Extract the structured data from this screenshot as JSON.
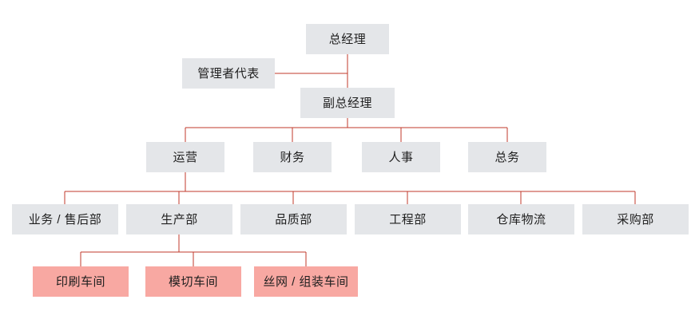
{
  "chart": {
    "title": "",
    "type": "org-chart",
    "palette": {
      "box_gray": "#e4e6e9",
      "box_pink": "#f8a8a2",
      "connector_red": "#c0392b",
      "text": "#1f1f1f",
      "background": "#ffffff"
    },
    "levels": [
      {
        "level": 1,
        "nodes": [
          {
            "id": "gm",
            "label": "总经理"
          }
        ]
      },
      {
        "level": 2,
        "nodes": [
          {
            "id": "mgmt_rep",
            "label": "管理者代表"
          },
          {
            "id": "deputy_gm",
            "label": "副总经理"
          }
        ]
      },
      {
        "level": 3,
        "nodes": [
          {
            "id": "ops",
            "label": "运营"
          },
          {
            "id": "finance",
            "label": "财务"
          },
          {
            "id": "hr",
            "label": "人事"
          },
          {
            "id": "ga",
            "label": "总务"
          }
        ]
      },
      {
        "level": 4,
        "nodes": [
          {
            "id": "sales",
            "label": "业务 / 售后部"
          },
          {
            "id": "production",
            "label": "生产部"
          },
          {
            "id": "quality",
            "label": "品质部"
          },
          {
            "id": "engineering",
            "label": "工程部"
          },
          {
            "id": "warehouse",
            "label": "仓库物流"
          },
          {
            "id": "purchasing",
            "label": "采购部"
          }
        ]
      },
      {
        "level": 5,
        "nodes": [
          {
            "id": "printing",
            "label": "印刷车间"
          },
          {
            "id": "diecut",
            "label": "模切车间"
          },
          {
            "id": "silk_assembly",
            "label": "丝网 / 组装车间"
          }
        ]
      }
    ],
    "edges": [
      {
        "from": "gm",
        "to": "deputy_gm"
      },
      {
        "from": "gm",
        "to": "mgmt_rep"
      },
      {
        "from": "deputy_gm",
        "to": "ops"
      },
      {
        "from": "deputy_gm",
        "to": "finance"
      },
      {
        "from": "deputy_gm",
        "to": "hr"
      },
      {
        "from": "deputy_gm",
        "to": "ga"
      },
      {
        "from": "ops",
        "to": "sales"
      },
      {
        "from": "ops",
        "to": "production"
      },
      {
        "from": "ops",
        "to": "quality"
      },
      {
        "from": "ops",
        "to": "engineering"
      },
      {
        "from": "ops",
        "to": "warehouse"
      },
      {
        "from": "ops",
        "to": "purchasing"
      },
      {
        "from": "production",
        "to": "printing"
      },
      {
        "from": "production",
        "to": "diecut"
      },
      {
        "from": "production",
        "to": "silk_assembly"
      }
    ]
  }
}
